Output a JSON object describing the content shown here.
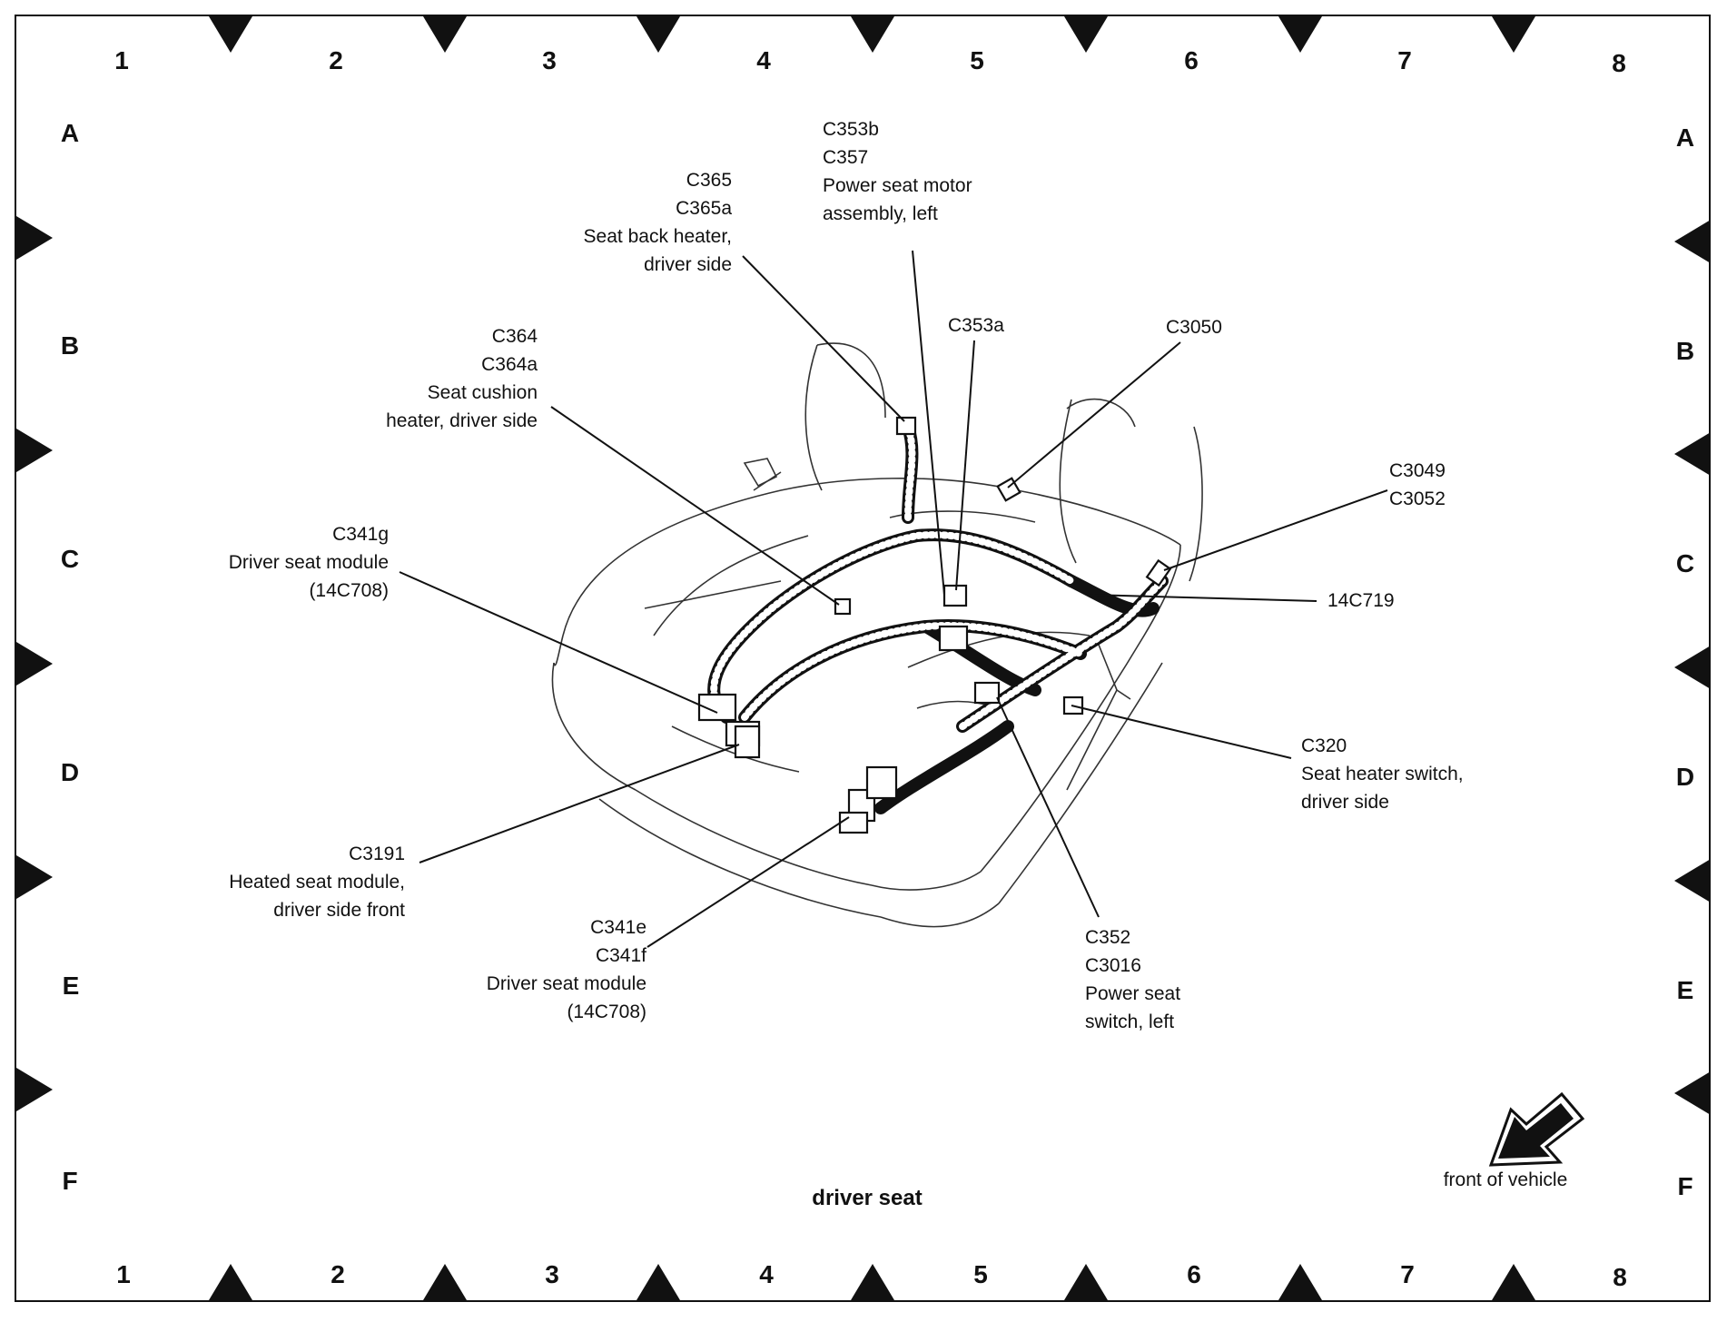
{
  "grid": {
    "columns": [
      "1",
      "2",
      "3",
      "4",
      "5",
      "6",
      "7",
      "8"
    ],
    "rows": [
      "A",
      "B",
      "C",
      "D",
      "E",
      "F"
    ]
  },
  "callouts": {
    "c365": {
      "lines": [
        "C365",
        "C365a",
        "Seat back heater,",
        "driver side"
      ]
    },
    "c353b": {
      "lines": [
        "C353b",
        "C357",
        "Power seat motor",
        "assembly, left"
      ]
    },
    "c353a": {
      "lines": [
        "C353a"
      ]
    },
    "c3050": {
      "lines": [
        "C3050"
      ]
    },
    "c364": {
      "lines": [
        "C364",
        "C364a",
        "Seat cushion",
        "heater, driver side"
      ]
    },
    "c3049": {
      "lines": [
        "C3049",
        "C3052"
      ]
    },
    "c341g": {
      "lines": [
        "C341g",
        "Driver seat module",
        "(14C708)"
      ]
    },
    "h14c719": {
      "lines": [
        "14C719"
      ]
    },
    "c320": {
      "lines": [
        "C320",
        "Seat heater switch,",
        "driver side"
      ]
    },
    "c3191": {
      "lines": [
        "C3191",
        "Heated seat module,",
        "driver side front"
      ]
    },
    "c341e": {
      "lines": [
        "C341e",
        "C341f",
        "Driver seat module",
        "(14C708)"
      ]
    },
    "c352": {
      "lines": [
        "C352",
        "C3016",
        "Power seat",
        "switch, left"
      ]
    }
  },
  "title": "driver seat",
  "front_indicator": {
    "label": "front of vehicle",
    "icon": "arrow-icon"
  },
  "colors": {
    "ink": "#111111",
    "background": "#ffffff"
  }
}
